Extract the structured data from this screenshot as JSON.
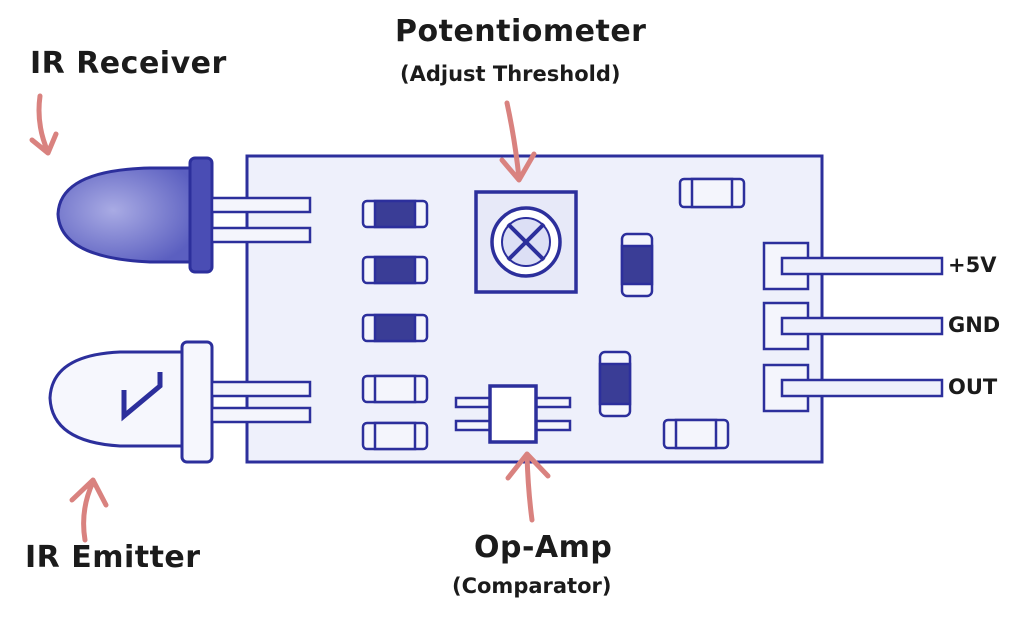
{
  "labels": {
    "ir_receiver": "IR Receiver",
    "ir_emitter": "IR Emitter",
    "potentiometer_title": "Potentiometer",
    "potentiometer_sub": "(Adjust Threshold)",
    "opamp_title": "Op-Amp",
    "opamp_sub": "(Comparator)"
  },
  "pins": [
    {
      "label": "+5V"
    },
    {
      "label": "GND"
    },
    {
      "label": "OUT"
    }
  ],
  "colors": {
    "ink": "#2c2f9c",
    "board_fill": "#eef0fb",
    "receiver_fill": "#7d80cf",
    "component_fill": "#3a3d96",
    "arrow": "#d9827f",
    "text": "#1b1b1b"
  }
}
